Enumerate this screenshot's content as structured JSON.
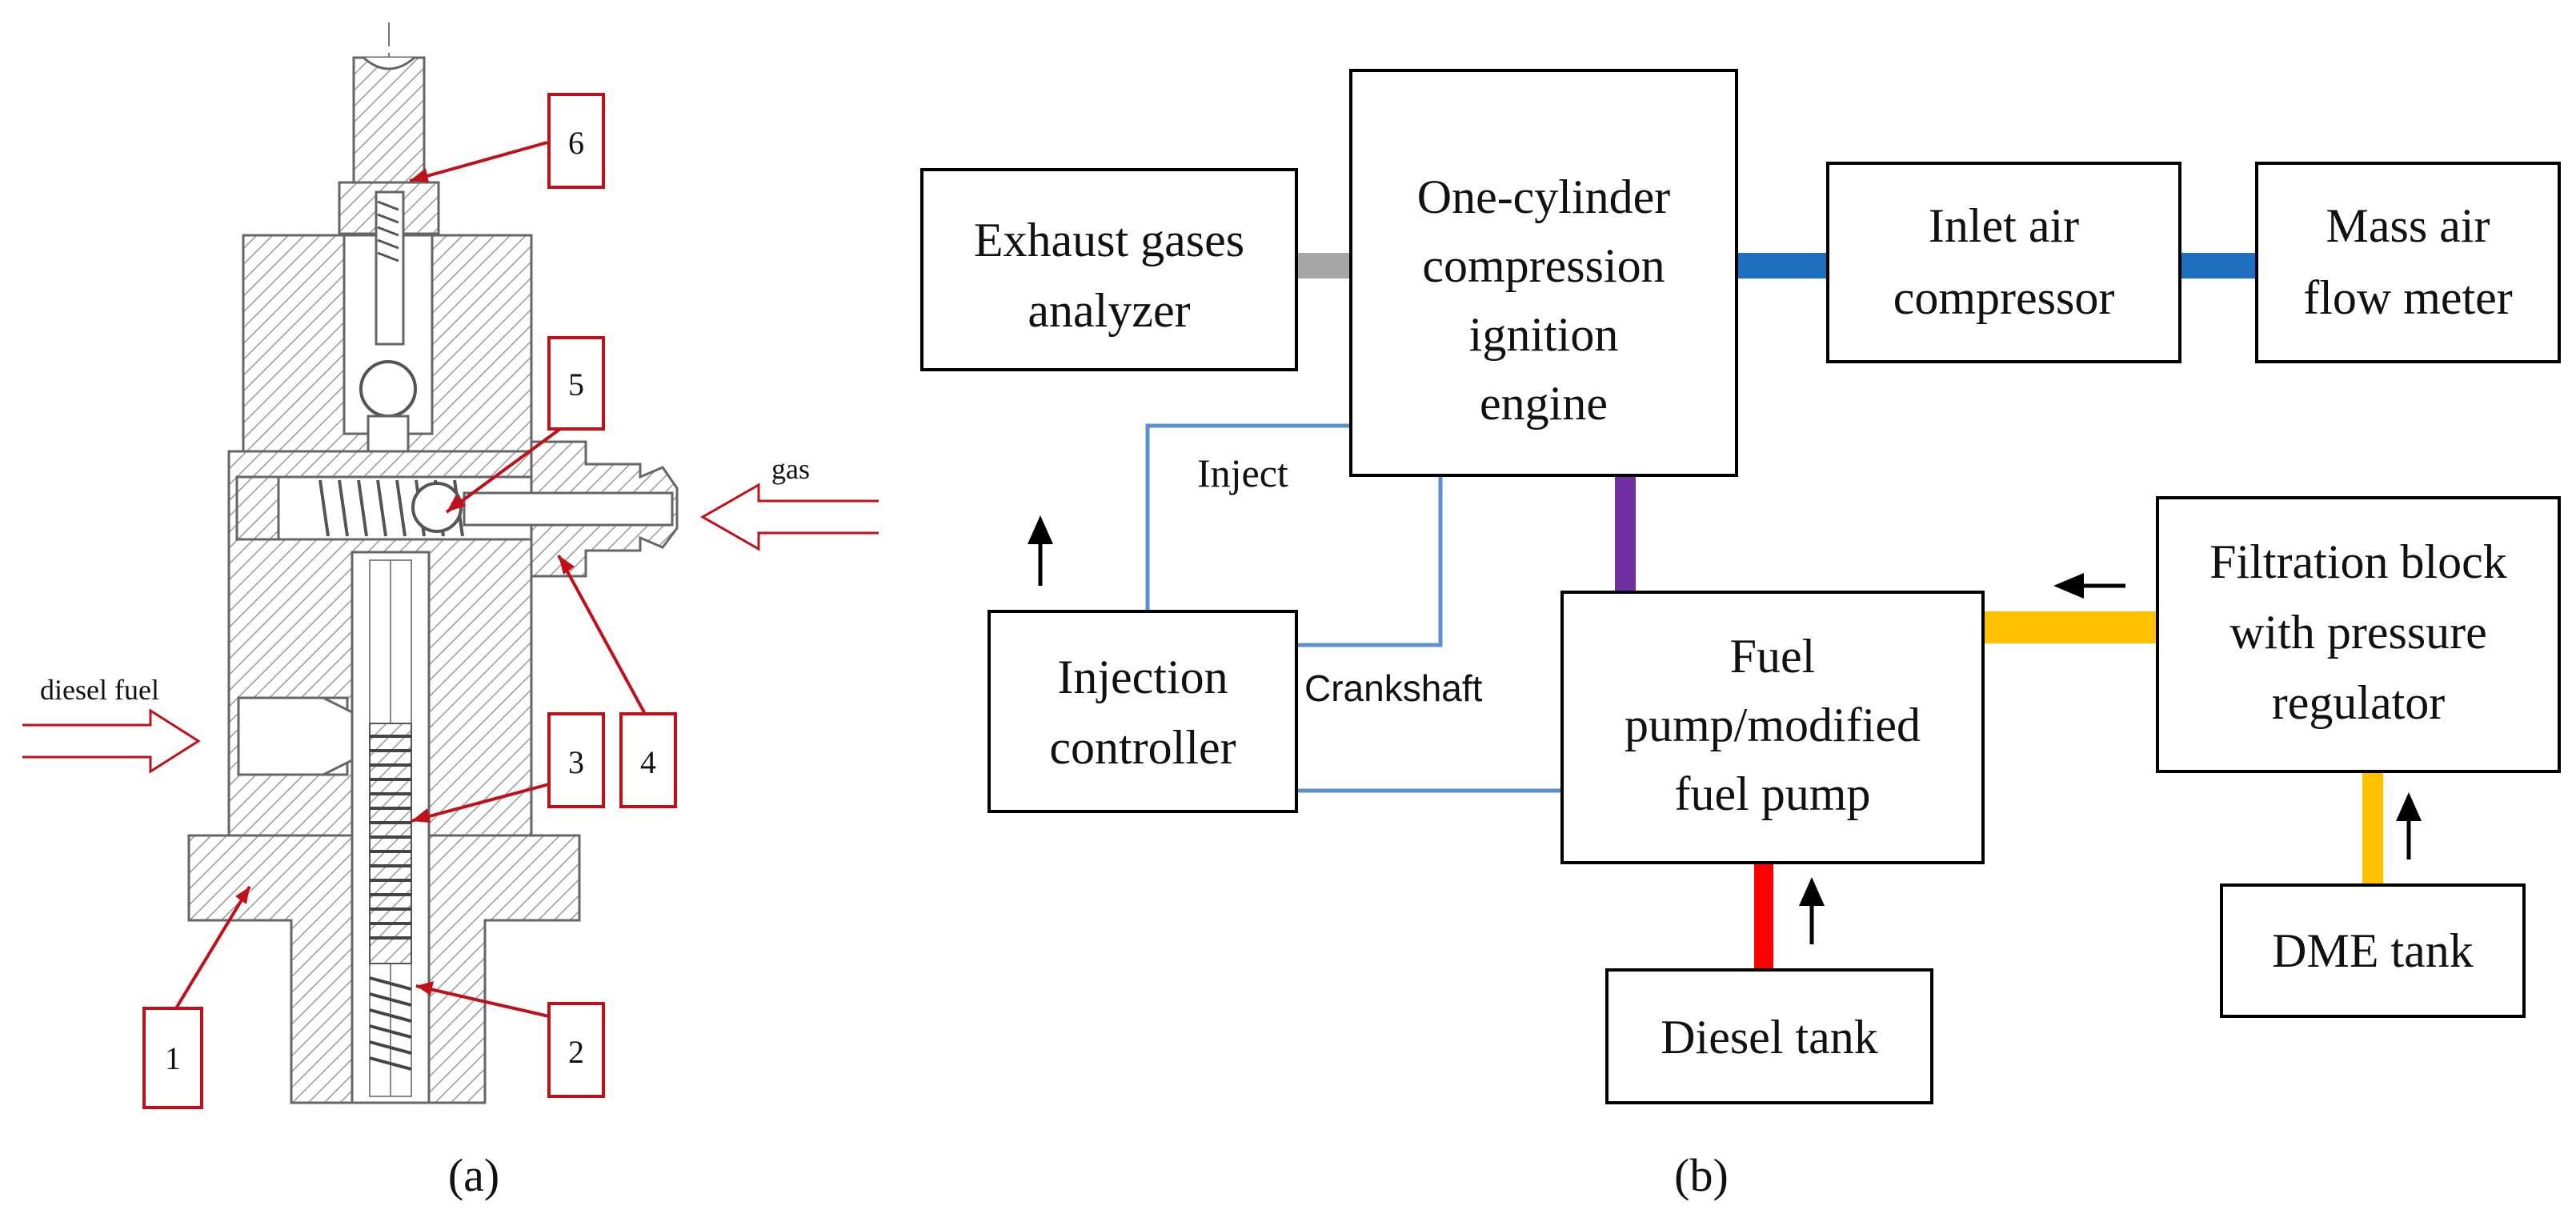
{
  "panel_a": {
    "caption": "(a)",
    "inputs": {
      "diesel": "diesel fuel",
      "gas": "gas"
    },
    "callouts": [
      "1",
      "2",
      "3",
      "4",
      "5",
      "6"
    ],
    "colors": {
      "callout": "#c0101a",
      "hatch": "#9a9a9a",
      "arrow_outline": "#c0101a"
    }
  },
  "panel_b": {
    "caption": "(b)",
    "boxes": {
      "exhaust": [
        "Exhaust gases",
        "analyzer"
      ],
      "engine": [
        "One-cylinder",
        "compression",
        "ignition",
        "engine"
      ],
      "inlet": [
        "Inlet air",
        "compressor"
      ],
      "maf": [
        "Mass air",
        "flow meter"
      ],
      "controller": [
        "Injection",
        "controller"
      ],
      "pump": [
        "Fuel",
        "pump/modified",
        "fuel pump"
      ],
      "filter": [
        "Filtration block",
        "with pressure",
        "regulator"
      ],
      "diesel_tank": [
        "Diesel tank"
      ],
      "dme_tank": [
        "DME tank"
      ]
    },
    "wire_labels": {
      "inject": "Inject",
      "crankshaft": "Crankshaft"
    },
    "colors": {
      "exhaust_line": "#a6a6a6",
      "air_line": "#1f6fc0",
      "pump_engine_line": "#7030a0",
      "dme_line": "#ffc000",
      "diesel_line": "#ff0000",
      "signal_wire": "#5b8fcf"
    }
  }
}
